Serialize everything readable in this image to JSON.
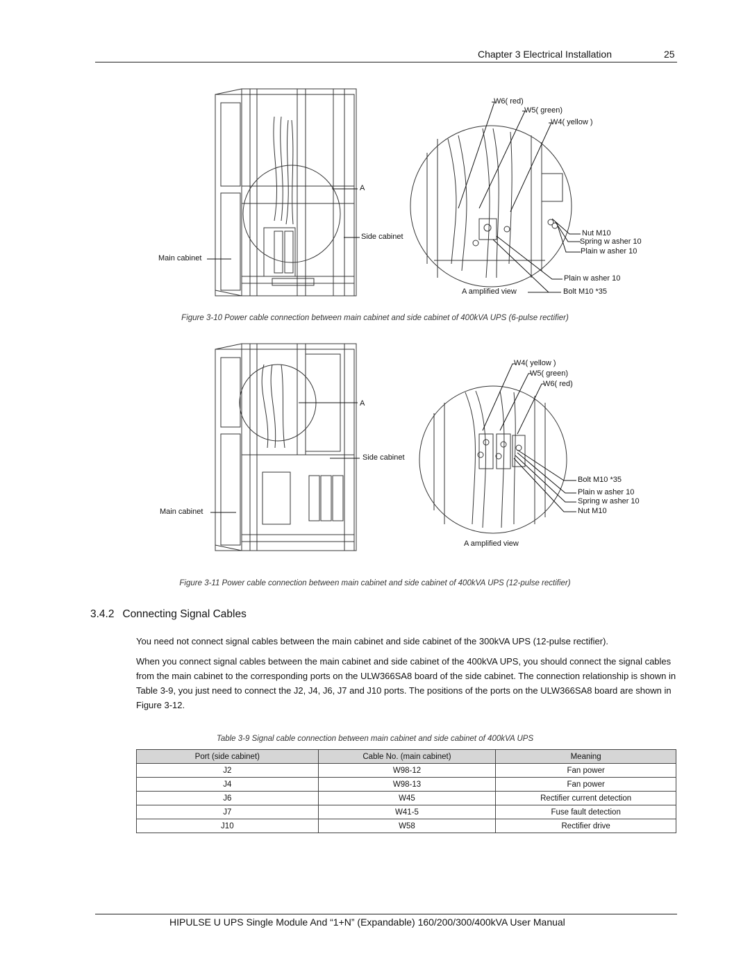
{
  "header": {
    "chapter": "Chapter 3   Electrical  Installation",
    "page_number": "25"
  },
  "figure_10": {
    "labels": {
      "w6": "W6( red)",
      "w5": "W5( green)",
      "w4": "W4( yellow )",
      "a": "A",
      "side_cabinet": "Side cabinet",
      "main_cabinet": "Main cabinet",
      "nut": "Nut M10",
      "spring_washer": "Spring w asher 10",
      "plain_washer_1": "Plain w asher 10",
      "plain_washer_2": "Plain w asher 10",
      "amplified_view": "A amplified view",
      "bolt": "Bolt M10 *35"
    },
    "caption": "Figure 3-10    Power cable connection between main cabinet and side cabinet of 400kVA UPS (6-pulse rectifier)"
  },
  "figure_11": {
    "labels": {
      "w4": "W4( yellow )",
      "w5": "W5( green)",
      "w6": "W6( red)",
      "a": "A",
      "side_cabinet": "Side cabinet",
      "main_cabinet": "Main cabinet",
      "bolt": "Bolt M10 *35",
      "plain_washer": "Plain w asher 10",
      "spring_washer": "Spring w asher 10",
      "nut": "Nut M10",
      "amplified_view": "A amplified view"
    },
    "caption": "Figure 3-11    Power cable connection between main cabinet and side cabinet of 400kVA UPS (12-pulse rectifier)"
  },
  "section": {
    "number": "3.4.2",
    "title": "Connecting Signal Cables"
  },
  "paragraphs": [
    "You need not connect signal cables between the main cabinet and side cabinet of the 300kVA UPS (12-pulse rectifier).",
    "When you connect signal cables between the main cabinet and side cabinet of the 400kVA UPS, you should connect the signal cables from the main cabinet to the corresponding ports on the ULW366SA8 board of the side cabinet. The connection relationship is shown in Table 3-9, you just need to connect the J2, J4, J6, J7 and J10 ports. The positions of the ports on the ULW366SA8 board are shown in Figure 3-12."
  ],
  "table": {
    "caption": "Table 3-9    Signal cable connection between main cabinet and side cabinet of 400kVA UPS",
    "headers": [
      "Port (side cabinet)",
      "Cable No. (main cabinet)",
      "Meaning"
    ],
    "rows": [
      [
        "J2",
        "W98-12",
        "Fan power"
      ],
      [
        "J4",
        "W98-13",
        "Fan power"
      ],
      [
        "J6",
        "W45",
        "Rectifier current detection"
      ],
      [
        "J7",
        "W41-5",
        "Fuse fault detection"
      ],
      [
        "J10",
        "W58",
        "Rectifier drive"
      ]
    ]
  },
  "footer": {
    "text": "HIPULSE U UPS Single Module And “1+N” (Expandable) 160/200/300/400kVA   User Manual"
  }
}
